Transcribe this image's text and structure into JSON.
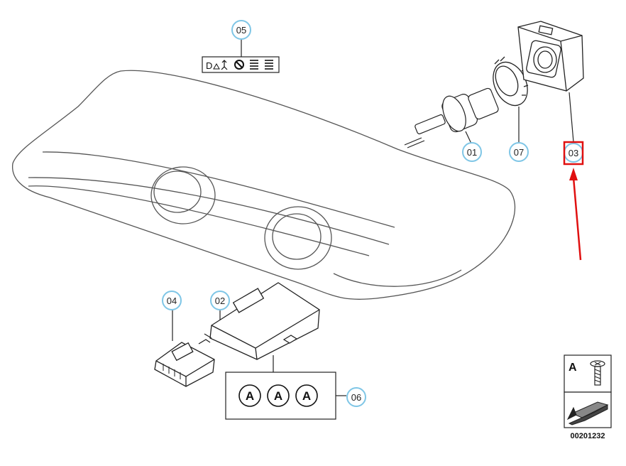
{
  "callouts": {
    "c01": "01",
    "c02": "02",
    "c03": "03",
    "c04": "04",
    "c05": "05",
    "c06": "06",
    "c07": "07"
  },
  "legend": {
    "warning_label_text": "D",
    "kit_letters": [
      "A",
      "A",
      "A"
    ],
    "screw_letter": "A",
    "diagram_number": "00201232"
  },
  "colors": {
    "callout_ring": "#7fc6e6",
    "highlight": "#e01010",
    "line": "#222222",
    "ghost_line": "#555555"
  }
}
